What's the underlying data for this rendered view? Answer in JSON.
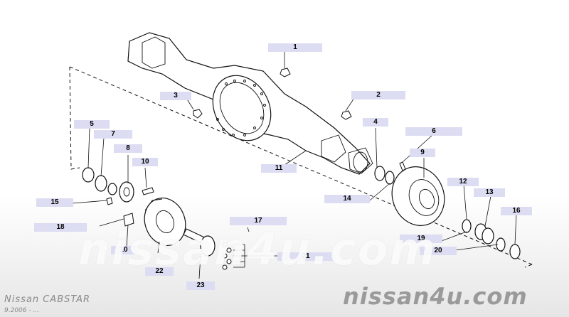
{
  "callouts": [
    {
      "id": "1",
      "label": "1"
    },
    {
      "id": "2",
      "label": "2"
    },
    {
      "id": "3",
      "label": "3"
    },
    {
      "id": "4",
      "label": "4"
    },
    {
      "id": "5",
      "label": "5"
    },
    {
      "id": "6",
      "label": "6"
    },
    {
      "id": "7",
      "label": "7"
    },
    {
      "id": "8",
      "label": "8"
    },
    {
      "id": "9",
      "label": "9"
    },
    {
      "id": "10a",
      "label": "10"
    },
    {
      "id": "10b",
      "label": "10"
    },
    {
      "id": "11",
      "label": "11"
    },
    {
      "id": "12",
      "label": "12"
    },
    {
      "id": "13",
      "label": "13"
    },
    {
      "id": "14",
      "label": "14"
    },
    {
      "id": "15",
      "label": "15"
    },
    {
      "id": "16",
      "label": "16"
    },
    {
      "id": "17",
      "label": "17"
    },
    {
      "id": "18",
      "label": "18"
    },
    {
      "id": "19",
      "label": "19"
    },
    {
      "id": "20",
      "label": "20"
    },
    {
      "id": "21",
      "label": "21"
    },
    {
      "id": "22",
      "label": "22"
    },
    {
      "id": "23",
      "label": "23"
    }
  ],
  "watermark": "nissan4u.com",
  "footer": {
    "brand": "nissan4u.com",
    "model": "Nissan CABSTAR",
    "date": "9.2006 - ..."
  }
}
